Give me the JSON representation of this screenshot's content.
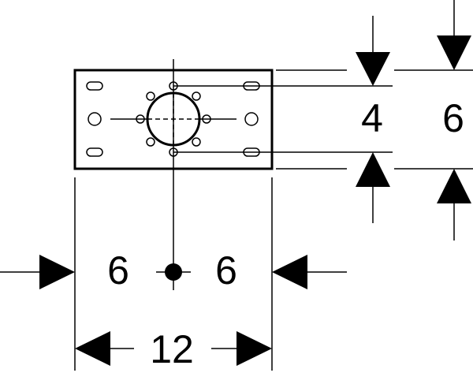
{
  "dimensions": {
    "left_half": "6",
    "right_half": "6",
    "total_width": "12",
    "inner_height": "4",
    "outer_height": "6"
  }
}
